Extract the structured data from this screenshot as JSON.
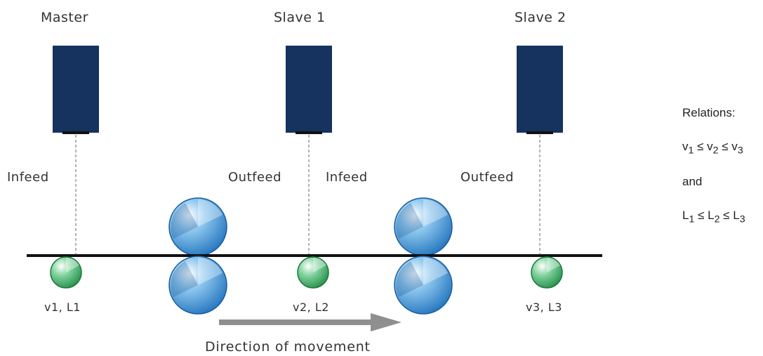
{
  "devices": [
    {
      "title": "Master",
      "feeds": [
        "Infeed"
      ],
      "roller_label": "v1, L1"
    },
    {
      "title": "Slave 1",
      "feeds": [
        "Outfeed",
        "Infeed"
      ],
      "roller_label": "v2, L2"
    },
    {
      "title": "Slave 2",
      "feeds": [
        "Outfeed"
      ],
      "roller_label": "v3, L3"
    }
  ],
  "direction_label": "Direction of movement",
  "relations": {
    "heading": "Relations:",
    "line1": {
      "parts": [
        {
          "text": "v",
          "sub": "1"
        },
        {
          "text": " ≤ v",
          "sub": "2"
        },
        {
          "text": " ≤ v",
          "sub": "3"
        }
      ]
    },
    "connector": "and",
    "line2": {
      "parts": [
        {
          "text": "L",
          "sub": "1"
        },
        {
          "text": " ≤ L",
          "sub": "2"
        },
        {
          "text": " ≤ L",
          "sub": "3"
        }
      ]
    }
  },
  "colors": {
    "sensor": "#16325f",
    "belt": "#111111",
    "drive_roller": "#2f86d0",
    "measure_roller": "#2ea65a",
    "arrow": "#8f8f8f"
  }
}
